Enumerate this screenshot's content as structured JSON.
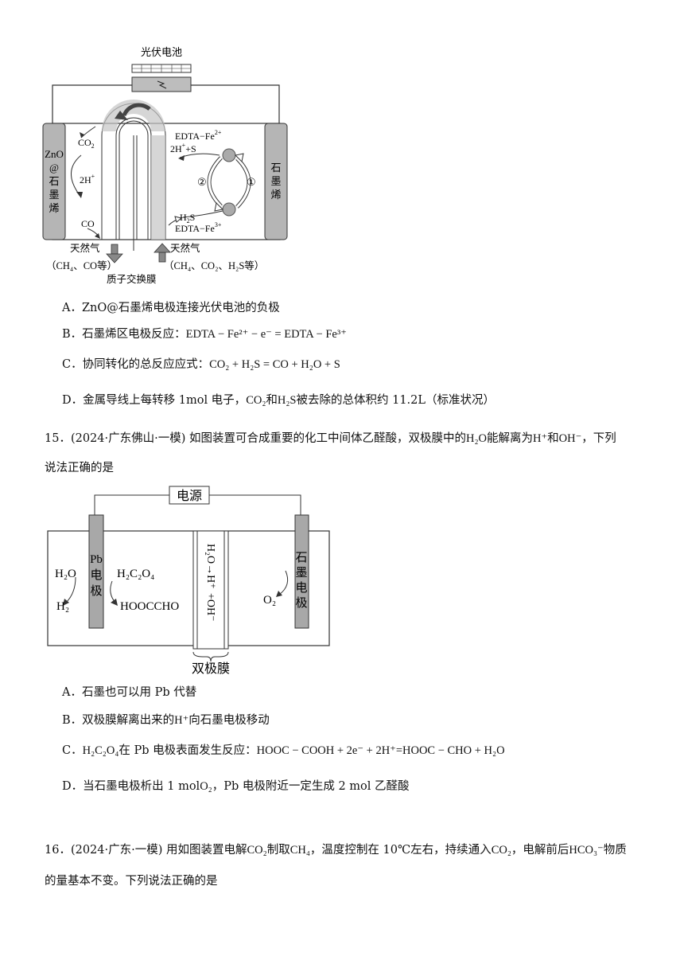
{
  "fig1": {
    "solar_label": "光伏电池",
    "left_electrode": [
      "ZnO",
      "@",
      "石",
      "墨",
      "烯"
    ],
    "right_electrode": [
      "石",
      "墨",
      "烯"
    ],
    "co2": "CO",
    "co2_sub": "2",
    "h_plus": "2H",
    "h_plus_sup": "+",
    "co": "CO",
    "edta_fe2": "EDTA−Fe",
    "edta_fe2_sup": "2+",
    "edta_fe3": "EDTA−Fe",
    "edta_fe3_sup": "3+",
    "h_s": "2H",
    "h_s_sup": "+",
    "h_s_tail": "+S",
    "h2s": "H",
    "h2s_sub": "2",
    "h2s_tail": "S",
    "circle_2": "②",
    "circle_1": "①",
    "gas_out": "天然气",
    "gas_out_comp": "（CH₄、CO等）",
    "gas_in": "天然气",
    "gas_in_comp": "（CH₄、CO₂、H₂S等）",
    "membrane": "质子交换膜"
  },
  "q14_options": {
    "A": "A．ZnO@石墨烯电极连接光伏电池的负极",
    "B_prefix": "B．石墨烯区电极反应：",
    "B_eq": "EDTA − Fe²⁺ − e⁻ = EDTA − Fe³⁺",
    "C_prefix": "C．协同转化的总反应应式：",
    "C_eq": "CO₂ + H₂S = CO + H₂O + S",
    "D_prefix": "D．金属导线上每转移 1mol 电子，",
    "D_co2": "CO₂",
    "D_mid": "和",
    "D_h2s": "H₂S",
    "D_suffix": "被去除的总体积约 11.2L（标准状况）"
  },
  "q15": {
    "line1_prefix": "15．(2024·广东佛山·一模) 如图装置可合成重要的化工中间体乙醛酸，双极膜中的",
    "h2o": "H₂O",
    "line1_mid": "能解离为",
    "hplus": "H⁺",
    "and": "和",
    "ohminus": "OH⁻",
    "line1_suffix": "，下列",
    "line2": "说法正确的是"
  },
  "fig2": {
    "power": "电源",
    "pb_electrode": [
      "Pb",
      "电",
      "极"
    ],
    "graphite_electrode": [
      "石",
      "墨",
      "电",
      "极"
    ],
    "h2o": "H₂O",
    "h2": "H₂",
    "h2c2o4": "H₂C₂O₄",
    "hoocccho": "HOOCCHO",
    "o2": "O₂",
    "membrane_upper": "H₂O→H⁺",
    "membrane_lower": "+OH⁻",
    "membrane_label": "双极膜"
  },
  "q15_options": {
    "A": "A．石墨也可以用 Pb 代替",
    "B_prefix": "B．双极膜解离出来的",
    "B_ion": "H⁺",
    "B_suffix": "向石墨电极移动",
    "C_prefix": "C．",
    "C_reactant": "H₂C₂O₄",
    "C_mid": "在 Pb 电极表面发生反应：",
    "C_eq": "HOOC − COOH + 2e⁻ + 2H⁺=HOOC − CHO + H₂O",
    "D_prefix": "D．当石墨电极析出 1 mol",
    "D_o2": "O₂",
    "D_suffix": "，Pb 电极附近一定生成 2 mol 乙醛酸"
  },
  "q16": {
    "line1_prefix": "16．(2024·广东·一模) 用如图装置电解",
    "co2a": "CO₂",
    "line1_mid1": "制取",
    "ch4": "CH₄",
    "line1_mid2": "，温度控制在 10℃左右，持续通入",
    "co2b": "CO₂",
    "line1_mid3": "，电解前后",
    "hco3": "HCO₃⁻",
    "line1_suffix": "物质",
    "line2": "的量基本不变。下列说法正确的是"
  }
}
